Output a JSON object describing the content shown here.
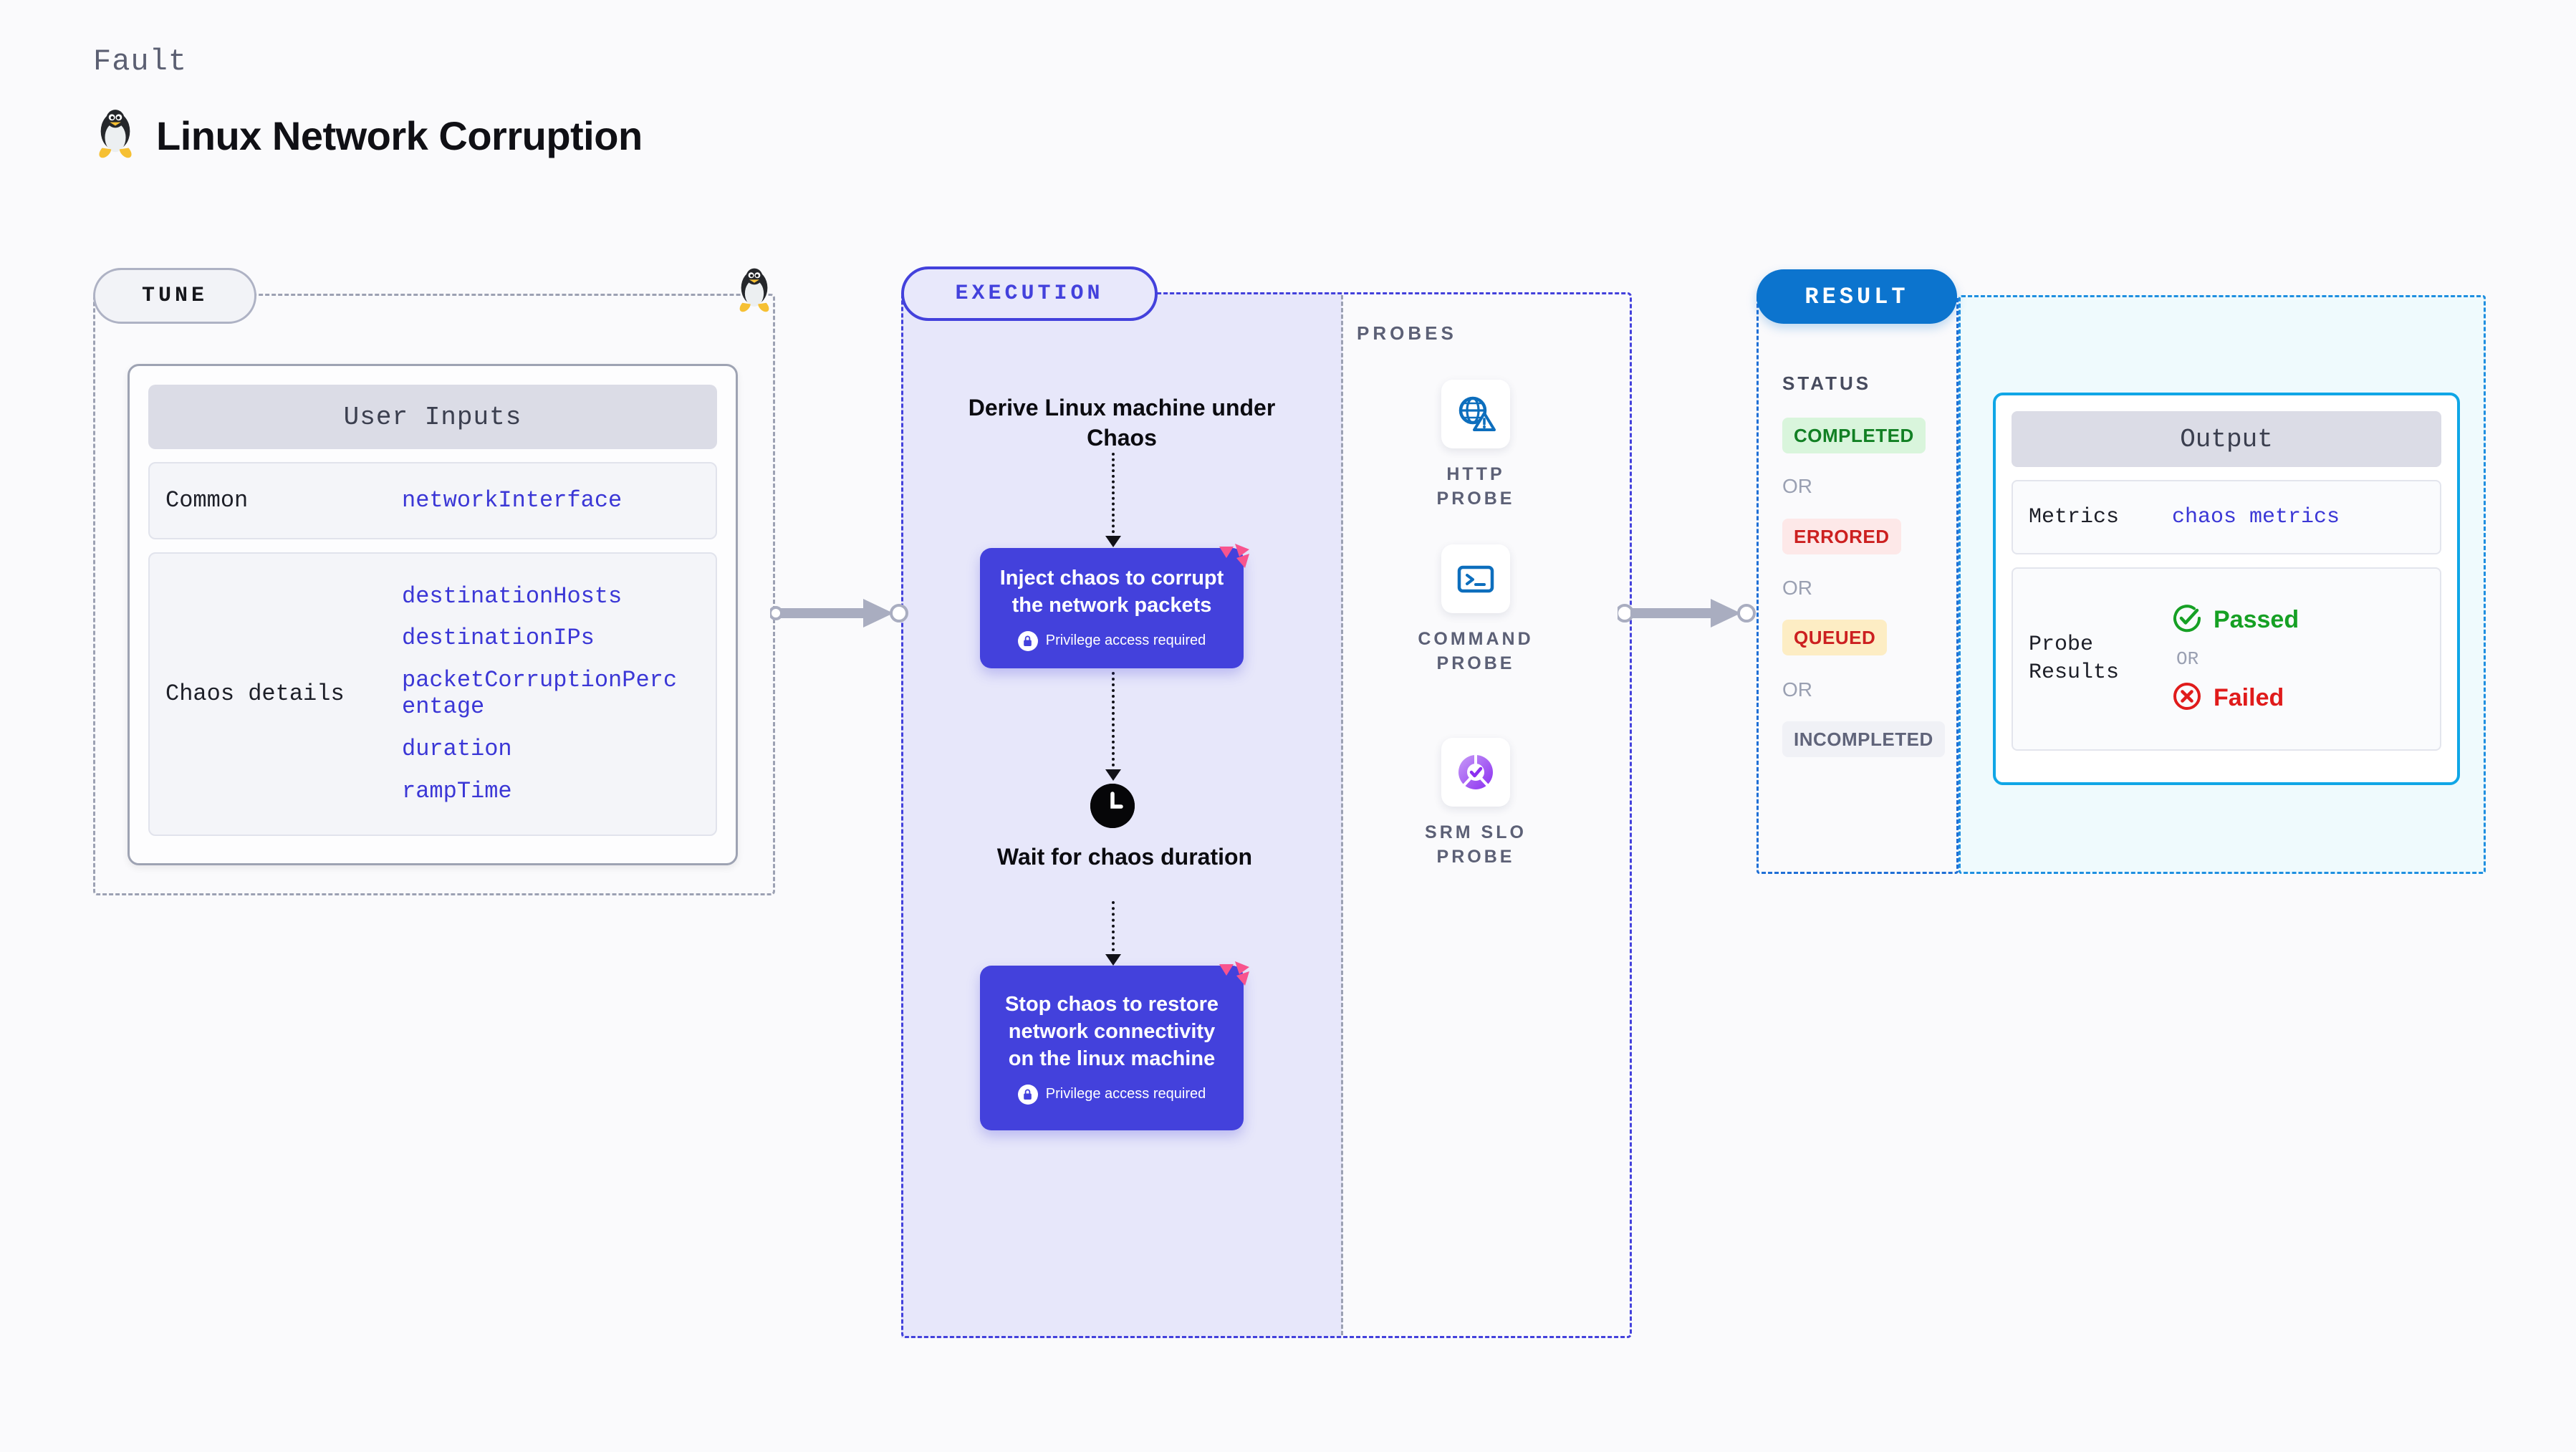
{
  "header": {
    "eyebrow": "Fault",
    "title": "Linux Network Corruption",
    "os_icon": "linux-penguin-icon"
  },
  "tune": {
    "pill_label": "TUNE",
    "card_title": "User Inputs",
    "groups": [
      {
        "label": "Common",
        "values": [
          "networkInterface"
        ]
      },
      {
        "label": "Chaos details",
        "values": [
          "destinationHosts",
          "destinationIPs",
          "packetCorruptionPercentage",
          "duration",
          "rampTime"
        ]
      }
    ]
  },
  "execution": {
    "pill_label": "EXECUTION",
    "steps": {
      "derive": "Derive Linux machine under Chaos",
      "wait": "Wait for chaos duration"
    },
    "nodes": [
      {
        "title": "Inject chaos to corrupt the network packets",
        "privilege": "Privilege access required"
      },
      {
        "title": "Stop chaos to restore network connectivity on the linux machine",
        "privilege": "Privilege access required"
      }
    ],
    "clock_icon": "clock-icon",
    "chaos_badge_icon": "chaos-pinwheel-icon"
  },
  "probes": {
    "label": "PROBES",
    "items": [
      {
        "name": "HTTP PROBE",
        "icon": "globe-warning-icon"
      },
      {
        "name": "COMMAND\nPROBE",
        "icon": "terminal-icon"
      },
      {
        "name": "SRM SLO\nPROBE",
        "icon": "slo-donut-check-icon"
      }
    ]
  },
  "result": {
    "pill_label": "RESULT",
    "status_label": "STATUS",
    "or_label": "OR",
    "statuses": [
      {
        "label": "COMPLETED",
        "bg": "#d9f5dc",
        "fg": "#128024"
      },
      {
        "label": "ERRORED",
        "bg": "#fde8e8",
        "fg": "#cc2020"
      },
      {
        "label": "QUEUED",
        "bg": "#fdedc4",
        "fg": "#cc2020"
      },
      {
        "label": "INCOMPLETED",
        "bg": "#f0f1f6",
        "fg": "#60647a"
      }
    ],
    "output": {
      "title": "Output",
      "metrics_label": "Metrics",
      "metrics_value": "chaos metrics",
      "probe_results_label": "Probe Results",
      "passed": "Passed",
      "failed": "Failed",
      "or_label": "OR"
    }
  },
  "colors": {
    "execution_purple": "#4341dc",
    "execution_fill": "#e7e7fa",
    "result_blue": "#0c74ce",
    "output_cyan": "#10a6e6",
    "probe_blue": "#0d6ebd",
    "chaos_pink": "#f8548e"
  }
}
